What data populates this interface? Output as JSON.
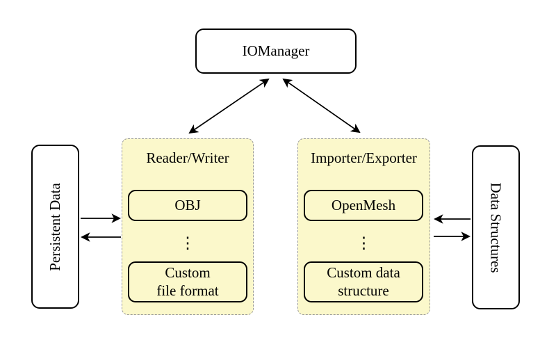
{
  "diagram_type": "architecture-diagram",
  "colors": {
    "background": "#ffffff",
    "group_fill": "#fbf8cb",
    "group_border": "#9a9a9a",
    "node_fill": "#ffffff",
    "node_border": "#000000",
    "text": "#000000",
    "arrow": "#000000"
  },
  "nodes": {
    "iomanager": {
      "label": "IOManager"
    },
    "persistent_data": {
      "label": "Persistent Data"
    },
    "data_structures": {
      "label": "Data Structures"
    }
  },
  "groups": {
    "reader_writer": {
      "title": "Reader/Writer",
      "top_item": {
        "lines": [
          "OBJ"
        ]
      },
      "ellipsis": "⋮",
      "bottom_item": {
        "lines": [
          "Custom",
          "file format"
        ]
      }
    },
    "importer_exporter": {
      "title": "Importer/Exporter",
      "top_item": {
        "lines": [
          "OpenMesh"
        ]
      },
      "ellipsis": "⋮",
      "bottom_item": {
        "lines": [
          "Custom data",
          "structure"
        ]
      }
    }
  },
  "edges": [
    {
      "from": "iomanager",
      "to": "reader_writer",
      "bidirectional": true
    },
    {
      "from": "iomanager",
      "to": "importer_exporter",
      "bidirectional": true
    },
    {
      "from": "persistent_data",
      "to": "reader_writer",
      "bidirectional": false
    },
    {
      "from": "reader_writer",
      "to": "persistent_data",
      "bidirectional": false
    },
    {
      "from": "data_structures",
      "to": "importer_exporter",
      "bidirectional": false
    },
    {
      "from": "importer_exporter",
      "to": "data_structures",
      "bidirectional": false
    }
  ]
}
